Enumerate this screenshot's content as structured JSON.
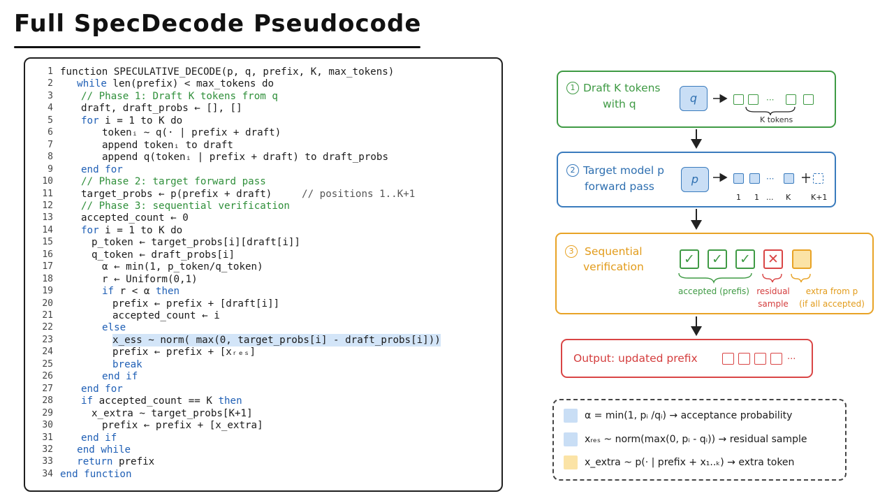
{
  "title": "Full SpecDecode Pseudocode",
  "code": [
    {
      "n": "1",
      "indent": 0,
      "parts": [
        [
          "kw0",
          "function SPECULATIVE_DECODE(p, q, prefix, K, max_tokens)"
        ]
      ]
    },
    {
      "n": "2",
      "indent": 1,
      "parts": [
        [
          "kw",
          "while"
        ],
        [
          "t",
          " len(prefix) < max_tokens do"
        ]
      ]
    },
    {
      "n": "3",
      "indent": 2,
      "parts": [
        [
          "cm",
          "// Phase 1: Draft K tokens from q"
        ]
      ]
    },
    {
      "n": "4",
      "indent": 2,
      "parts": [
        [
          "t",
          "draft, draft_probs ← [], []"
        ]
      ]
    },
    {
      "n": "5",
      "indent": 2,
      "parts": [
        [
          "kw",
          "for"
        ],
        [
          "t",
          " i = 1 to K do"
        ]
      ]
    },
    {
      "n": "6",
      "indent": 4,
      "parts": [
        [
          "t",
          "tokenᵢ ~ q(· | prefix + draft)"
        ]
      ]
    },
    {
      "n": "7",
      "indent": 4,
      "parts": [
        [
          "t",
          "append tokenᵢ to draft"
        ]
      ]
    },
    {
      "n": "8",
      "indent": 4,
      "parts": [
        [
          "t",
          "append q(tokenᵢ | prefix + draft) to draft_probs"
        ]
      ]
    },
    {
      "n": "9",
      "indent": 2,
      "parts": [
        [
          "kw",
          "end for"
        ]
      ]
    },
    {
      "n": "10",
      "indent": 2,
      "parts": [
        [
          "cm",
          "// Phase 2: target forward pass"
        ]
      ]
    },
    {
      "n": "11",
      "indent": 2,
      "parts": [
        [
          "t",
          "target_probs ← p(prefix + draft)     "
        ],
        [
          "gray",
          "// positions 1..K+1"
        ]
      ]
    },
    {
      "n": "12",
      "indent": 2,
      "parts": [
        [
          "cm",
          "// Phase 3: sequential verification"
        ]
      ]
    },
    {
      "n": "13",
      "indent": 2,
      "parts": [
        [
          "t",
          "accepted_count ← 0"
        ]
      ]
    },
    {
      "n": "14",
      "indent": 2,
      "parts": [
        [
          "kw",
          "for"
        ],
        [
          "t",
          " i = 1 to K do"
        ]
      ]
    },
    {
      "n": "15",
      "indent": 3,
      "parts": [
        [
          "t",
          "p_token ← target_probs[i][draft[i]]"
        ]
      ]
    },
    {
      "n": "16",
      "indent": 3,
      "parts": [
        [
          "t",
          "q_token ← draft_probs[i]"
        ]
      ]
    },
    {
      "n": "17",
      "indent": 4,
      "parts": [
        [
          "t",
          "α ← min(1, p_token/q_token)"
        ]
      ]
    },
    {
      "n": "18",
      "indent": 4,
      "parts": [
        [
          "t",
          "r ← Uniform(0,1)"
        ]
      ]
    },
    {
      "n": "19",
      "indent": 4,
      "parts": [
        [
          "kw",
          "if"
        ],
        [
          "t",
          " r < α "
        ],
        [
          "kw",
          "then"
        ]
      ]
    },
    {
      "n": "20",
      "indent": 5,
      "parts": [
        [
          "t",
          "prefix ← prefix + [draft[i]]"
        ]
      ]
    },
    {
      "n": "21",
      "indent": 5,
      "parts": [
        [
          "t",
          "accepted_count ← i"
        ]
      ]
    },
    {
      "n": "22",
      "indent": 4,
      "parts": [
        [
          "kw",
          "else"
        ]
      ]
    },
    {
      "n": "23",
      "indent": 5,
      "hl": true,
      "parts": [
        [
          "t",
          "x_ess ~ norm( max(0, target_probs[i] - draft_probs[i]))"
        ]
      ]
    },
    {
      "n": "24",
      "indent": 5,
      "parts": [
        [
          "t",
          "prefix ← prefix + [xᵣₑₛ]"
        ]
      ]
    },
    {
      "n": "25",
      "indent": 5,
      "parts": [
        [
          "kw",
          "break"
        ]
      ]
    },
    {
      "n": "26",
      "indent": 4,
      "parts": [
        [
          "kw",
          "end if"
        ]
      ]
    },
    {
      "n": "27",
      "indent": 2,
      "parts": [
        [
          "kw",
          "end for"
        ]
      ]
    },
    {
      "n": "28",
      "indent": 2,
      "parts": [
        [
          "kw",
          "if"
        ],
        [
          "t",
          " accepted_count == K "
        ],
        [
          "kw",
          "then"
        ]
      ]
    },
    {
      "n": "29",
      "indent": 3,
      "parts": [
        [
          "t",
          "x_extra ~ target_probs[K+1]"
        ]
      ]
    },
    {
      "n": "30",
      "indent": 4,
      "parts": [
        [
          "t",
          "prefix ← prefix + [x_extra]"
        ]
      ]
    },
    {
      "n": "31",
      "indent": 2,
      "parts": [
        [
          "kw",
          "end if"
        ]
      ]
    },
    {
      "n": "32",
      "indent": 1,
      "parts": [
        [
          "kw",
          "end while"
        ]
      ]
    },
    {
      "n": "33",
      "indent": 1,
      "parts": [
        [
          "kw",
          "return"
        ],
        [
          "t",
          " prefix"
        ]
      ]
    },
    {
      "n": "34",
      "indent": 0,
      "parts": [
        [
          "kw",
          "end function"
        ]
      ]
    }
  ],
  "step1": {
    "num": "1",
    "line1": "Draft K tokens",
    "line2": "with q",
    "model": "q",
    "dots": "···",
    "caption": "K tokens"
  },
  "step2": {
    "num": "2",
    "line1": "Target model p",
    "line2": "forward pass",
    "model": "p",
    "dots": "···",
    "labels": {
      "a": "1",
      "b": "1",
      "c": "...",
      "d": "K",
      "e": "K+1"
    }
  },
  "step3": {
    "num": "3",
    "line1": "Sequential",
    "line2": "verification",
    "check": "✓",
    "x": "✕",
    "accepted": "accepted (prefis)",
    "residual1": "residual",
    "residual2": "sample",
    "extra1": "extra from p",
    "extra2": "(if all accepted)"
  },
  "output": {
    "label": "Output: updated prefix",
    "dots": "···"
  },
  "legend": [
    {
      "color": "#c9def5",
      "text": "α = min(1, pᵢ /qᵢ)  → acceptance probability"
    },
    {
      "color": "#c9def5",
      "text": "xᵣₑₛ ~ norm(max(0, pᵢ - qᵢ))  → residual sample"
    },
    {
      "color": "#fbe3a6",
      "text": "x_extra ~ p(· | prefix + x₁..ₖ)  → extra token"
    }
  ]
}
